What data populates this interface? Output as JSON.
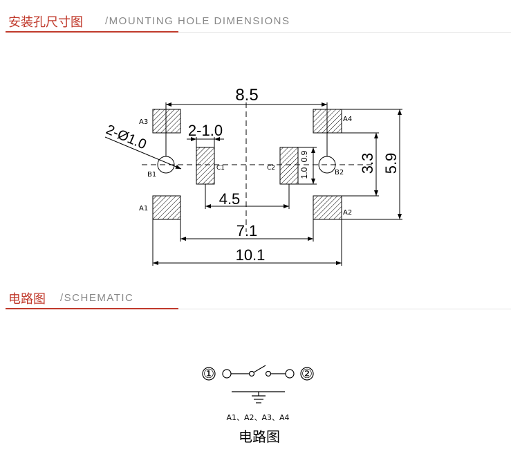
{
  "sections": {
    "mounting": {
      "title_cn": "安装孔尺寸图",
      "title_en": "/MOUNTING HOLE DIMENSIONS"
    },
    "schematic": {
      "title_cn": "电路图",
      "title_en": "/SCHEMATIC"
    }
  },
  "drawing": {
    "dims": {
      "overall_top": "8.5",
      "hole_dia": "2-Ø1.0",
      "slot": "2-1.0",
      "inner": "4.5",
      "mid": "7.1",
      "overall_bottom": "10.1",
      "right_inner": "3.3",
      "right_outer": "5.9",
      "pad_h": "1.0",
      "pad_w": "0.9"
    },
    "pins": {
      "a1": "A1",
      "a2": "A2",
      "a3": "A3",
      "a4": "A4",
      "b1": "B1",
      "b2": "B2",
      "c1": "C1",
      "c2": "C2"
    }
  },
  "schematic": {
    "node1": "①",
    "node2": "②",
    "ground_pins": "A1、A2、A3、A4",
    "caption": "电路图"
  },
  "colors": {
    "accent": "#c0392b",
    "rule": "#e2e2e2",
    "subtitle": "#888888"
  }
}
